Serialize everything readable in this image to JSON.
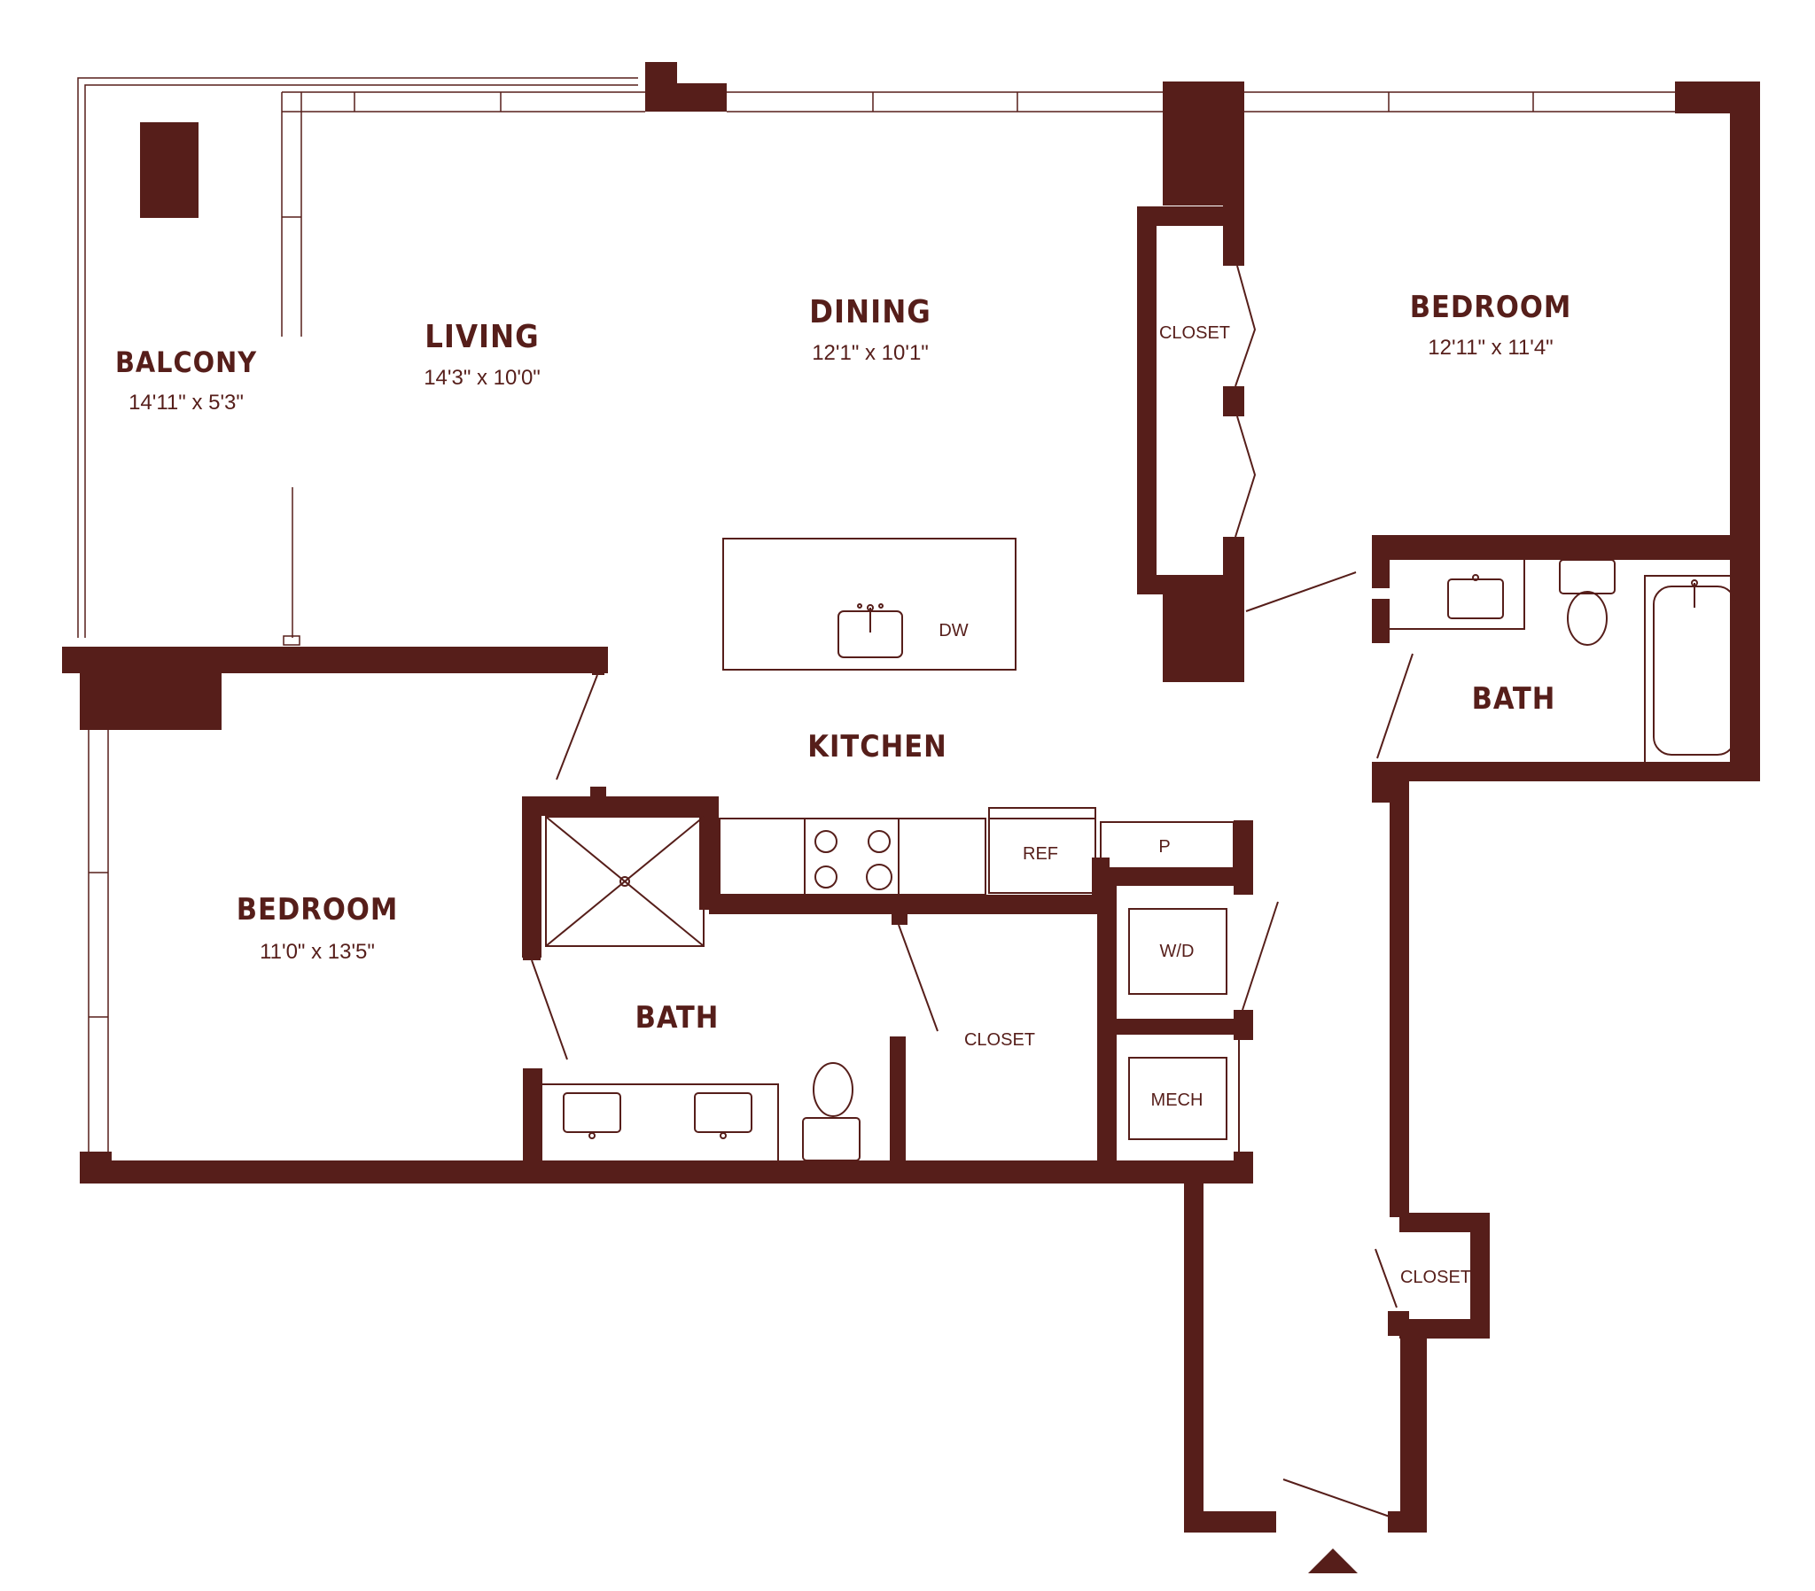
{
  "colors": {
    "wall": "#561e1a",
    "background": "#ffffff"
  },
  "rooms": {
    "balcony": {
      "name": "BALCONY",
      "dims": "14'11\" x 5'3\""
    },
    "living": {
      "name": "LIVING",
      "dims": "14'3\" x 10'0\""
    },
    "dining": {
      "name": "DINING",
      "dims": "12'1\" x 10'1\""
    },
    "bedroom_main": {
      "name": "BEDROOM",
      "dims": "12'11\" x 11'4\""
    },
    "bedroom_second": {
      "name": "BEDROOM",
      "dims": "11'0\" x 13'5\""
    },
    "kitchen": {
      "name": "KITCHEN"
    },
    "bath_main": {
      "name": "BATH"
    },
    "bath_second": {
      "name": "BATH"
    }
  },
  "labels": {
    "closet_top": "CLOSET",
    "closet_mid": "CLOSET",
    "closet_entry": "CLOSET",
    "dw": "DW",
    "ref": "REF",
    "pantry": "P",
    "wd": "W/D",
    "mech": "MECH"
  },
  "icons": {
    "entry": "entry-arrow-icon"
  }
}
